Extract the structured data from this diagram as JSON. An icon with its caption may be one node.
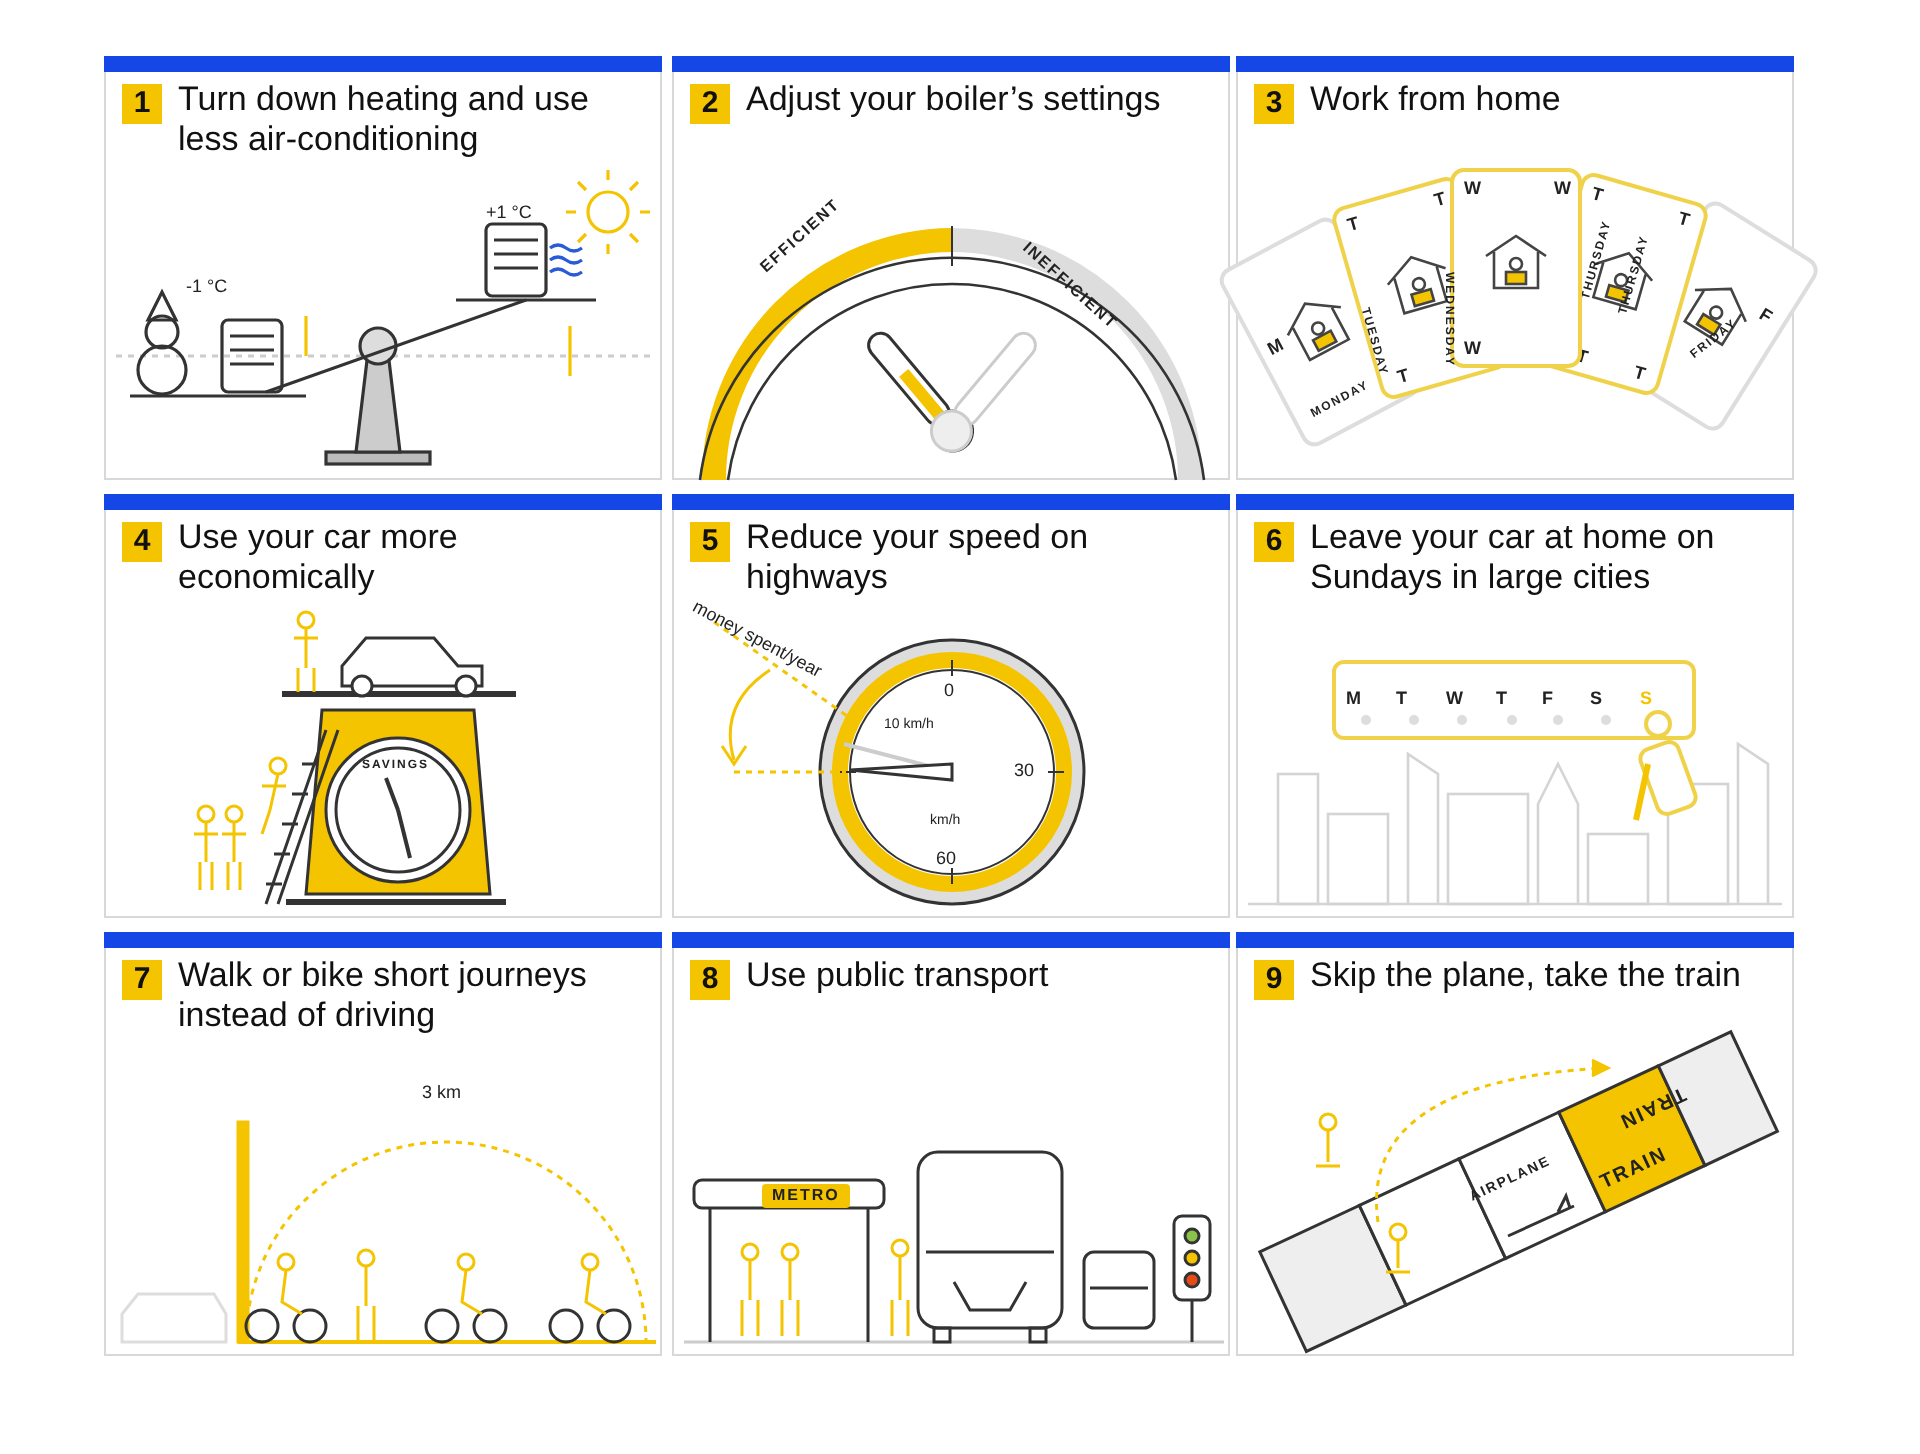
{
  "diagram": {
    "nodes": [
      {
        "text": [
          "1",
          "Turn down heating and use less air-conditioning"
        ]
      },
      {
        "text": [
          "2",
          "Adjust your boiler’s settings"
        ]
      },
      {
        "text": [
          "3",
          "Work from home"
        ]
      },
      {
        "text": [
          "4",
          "Use your car more economically"
        ]
      },
      {
        "text": [
          "5",
          "Reduce your speed on highways"
        ]
      },
      {
        "text": [
          "6",
          "Leave your car at home on Sundays in large cities"
        ]
      },
      {
        "text": [
          "7",
          "Walk or bike short journeys instead of driving"
        ]
      },
      {
        "text": [
          "8",
          "Use public transport"
        ]
      },
      {
        "text": [
          "9",
          "Skip the plane, take the train"
        ]
      }
    ],
    "edges": [],
    "labels": [
      "+1 °C",
      "-1 °C",
      "EFFICIENT",
      "INEFFICIENT",
      "M",
      "MONDAY",
      "T",
      "T",
      "TUESDAY",
      "T",
      "W",
      "W",
      "WEDNESDAY",
      "W",
      "T",
      "T",
      "THURSDAY",
      "THURSDAY",
      "T",
      "T",
      "F",
      "FRIDAY",
      "SAVINGS",
      "money spent/year",
      "0",
      "10 km/h",
      "30",
      "km/h",
      "60",
      "M",
      "T",
      "W",
      "T",
      "F",
      "S",
      "S",
      "3 km",
      "METRO",
      "TRAIN",
      "AIRPLANE",
      "TRAIN"
    ]
  }
}
